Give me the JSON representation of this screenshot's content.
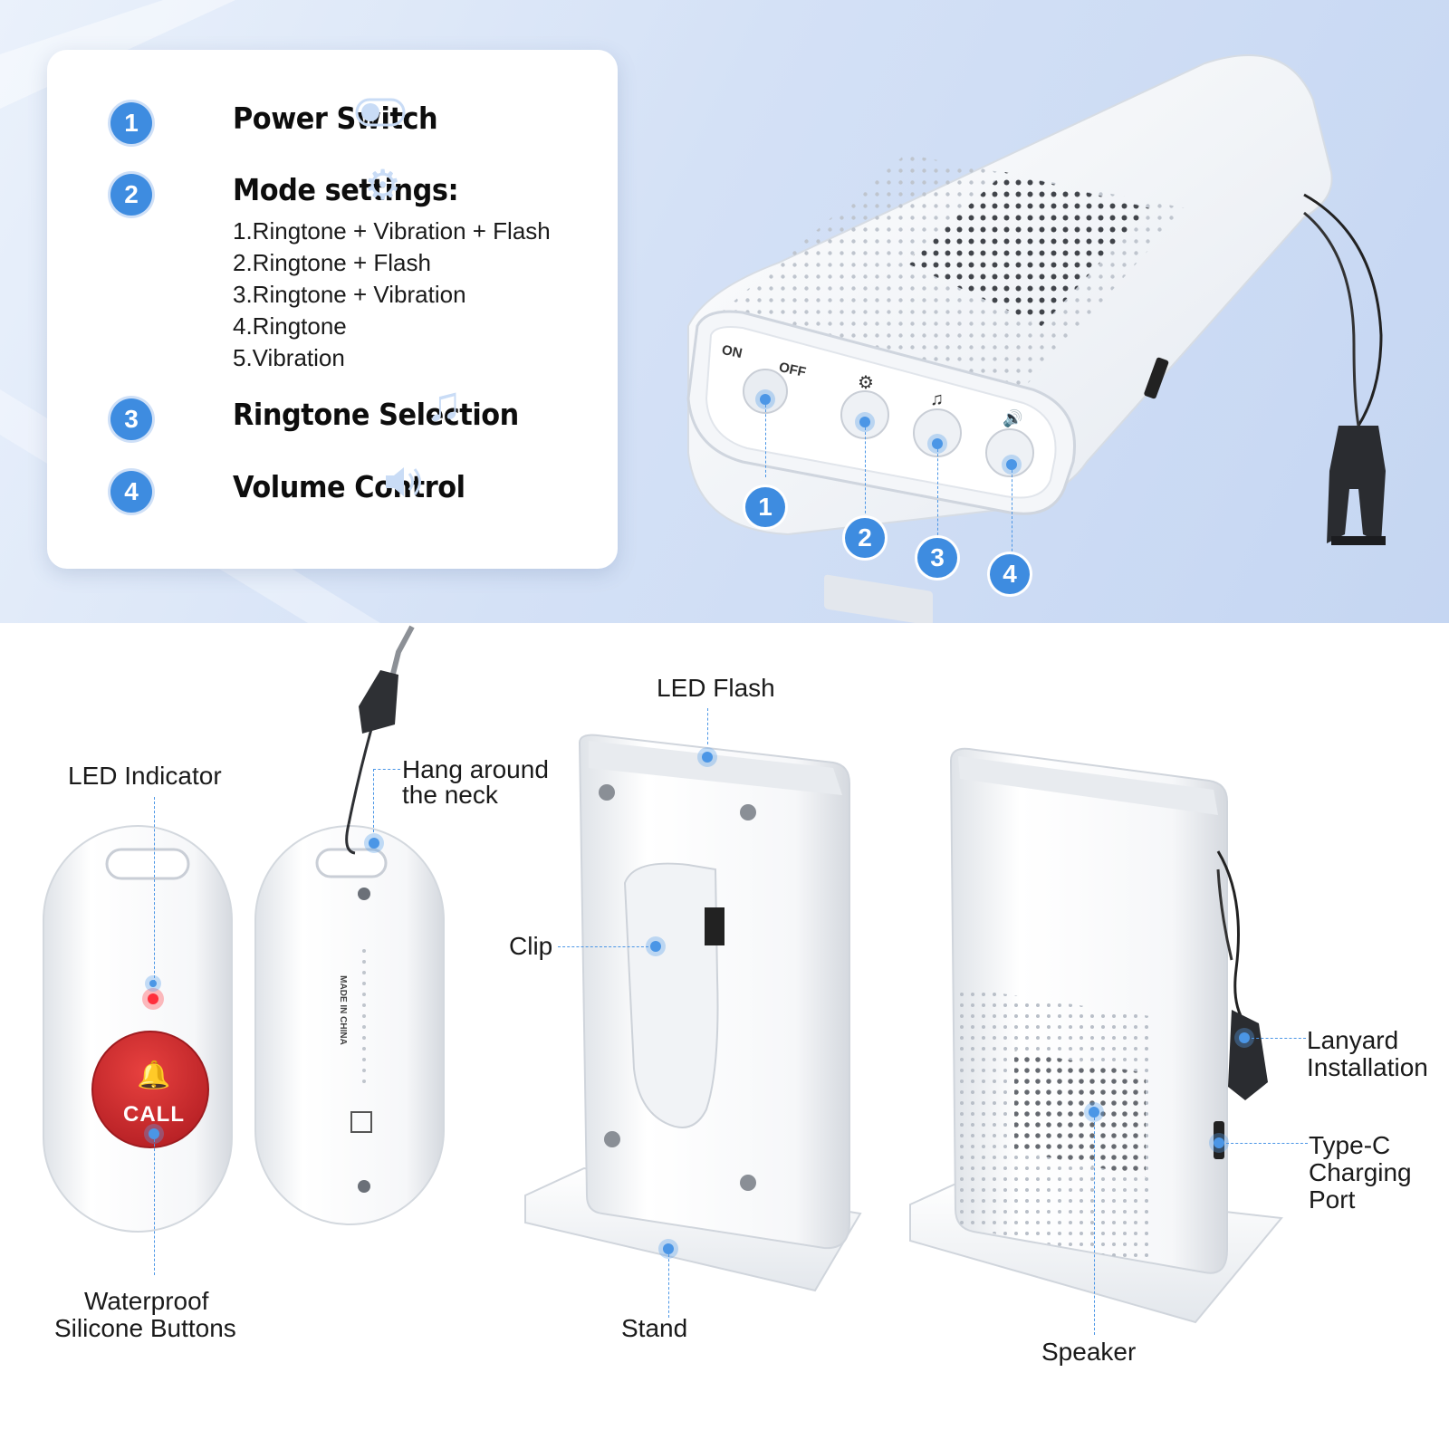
{
  "features": [
    {
      "num": "1",
      "title": "Power Switch"
    },
    {
      "num": "2",
      "title": "Mode settings:"
    },
    {
      "num": "3",
      "title": "Ringtone Selection"
    },
    {
      "num": "4",
      "title": "Volume Control"
    }
  ],
  "modes": [
    "1.Ringtone + Vibration + Flash",
    "2.Ringtone + Flash",
    "3.Ringtone + Vibration",
    "4.Ringtone",
    "5.Vibration"
  ],
  "device_panel": {
    "on": "ON",
    "off": "OFF"
  },
  "callout_numbers": [
    "1",
    "2",
    "3",
    "4"
  ],
  "pager": {
    "call_text": "CALL",
    "back_made_in": "MADE IN CHINA"
  },
  "labels": {
    "led_indicator": "LED Indicator",
    "hang_line1": "Hang around",
    "hang_line2": "the neck",
    "waterproof_line1": "Waterproof",
    "waterproof_line2": "Silicone Buttons",
    "led_flash": "LED Flash",
    "clip": "Clip",
    "stand": "Stand",
    "lanyard_line1": "Lanyard",
    "lanyard_line2": "Installation",
    "typec_line1": "Type-C",
    "typec_line2": "Charging",
    "typec_line3": "Port",
    "speaker": "Speaker"
  },
  "colors": {
    "accent": "#3e8ce0",
    "call_red": "#d42a2f",
    "led_red": "#ff2e3c"
  },
  "icons": [
    "toggle-icon",
    "gear-icon",
    "music-note-icon",
    "speaker-volume-icon"
  ]
}
